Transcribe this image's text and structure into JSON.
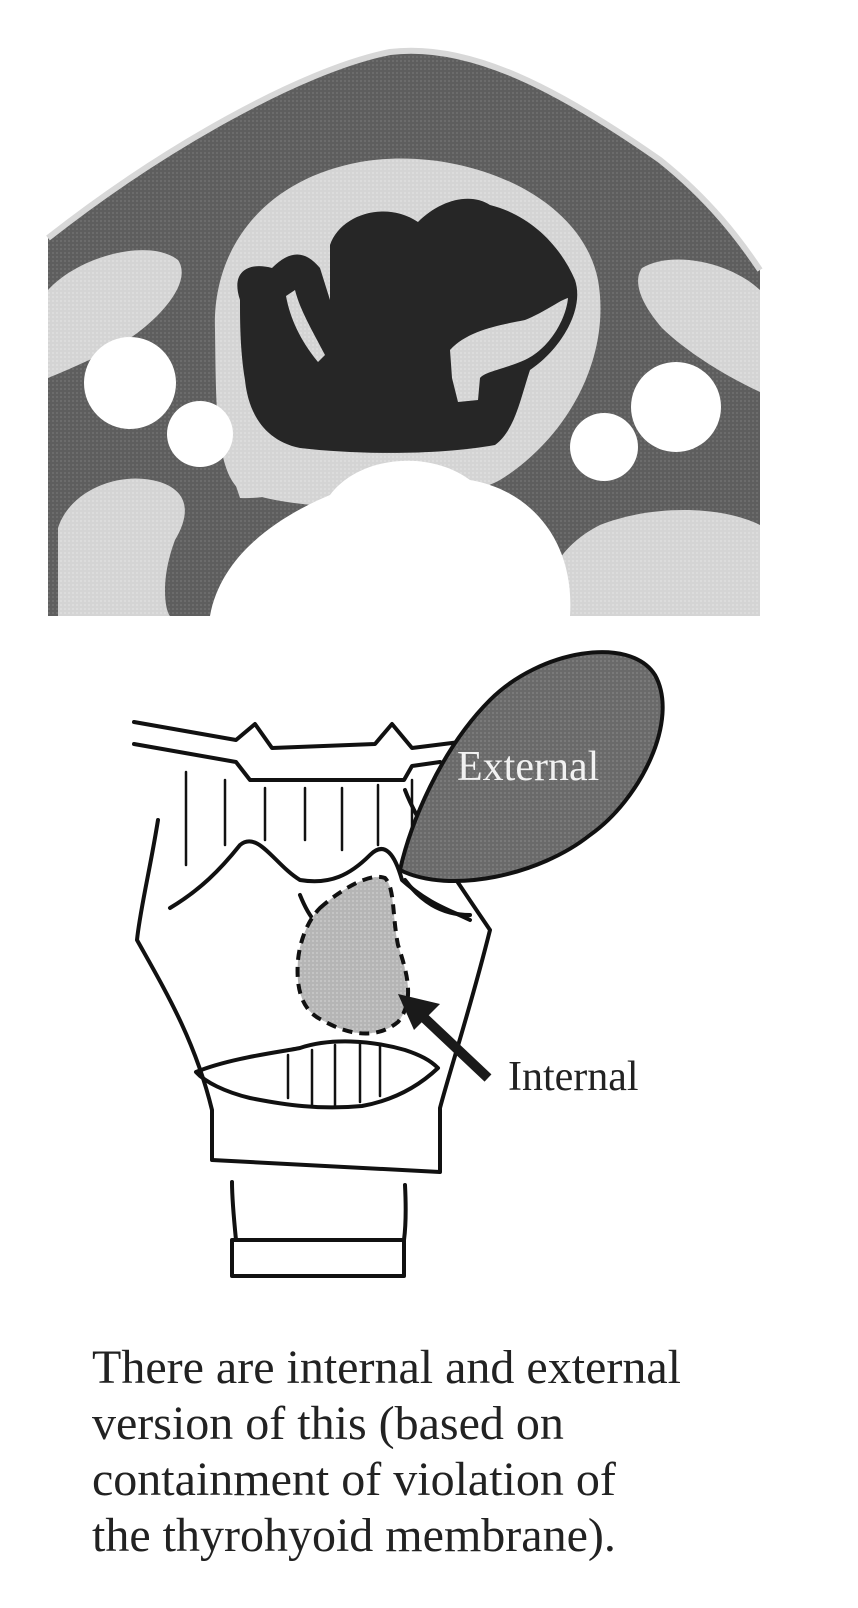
{
  "diagram": {
    "labels": {
      "external": "External",
      "internal": "Internal"
    }
  },
  "caption": {
    "lines": [
      "There are internal and external",
      "version of this (based on",
      "containment of violation of",
      "the thyrohyoid membrane)."
    ]
  },
  "colors": {
    "soft_tissue_dark": "#5e5e5e",
    "soft_tissue_light": "#d4d4d4",
    "air": "#262626",
    "bone_white": "#ffffff",
    "external_fill": "#6a6a6a",
    "internal_fill": "#b5b5b5",
    "line": "#111111",
    "caption_text": "#222222"
  }
}
